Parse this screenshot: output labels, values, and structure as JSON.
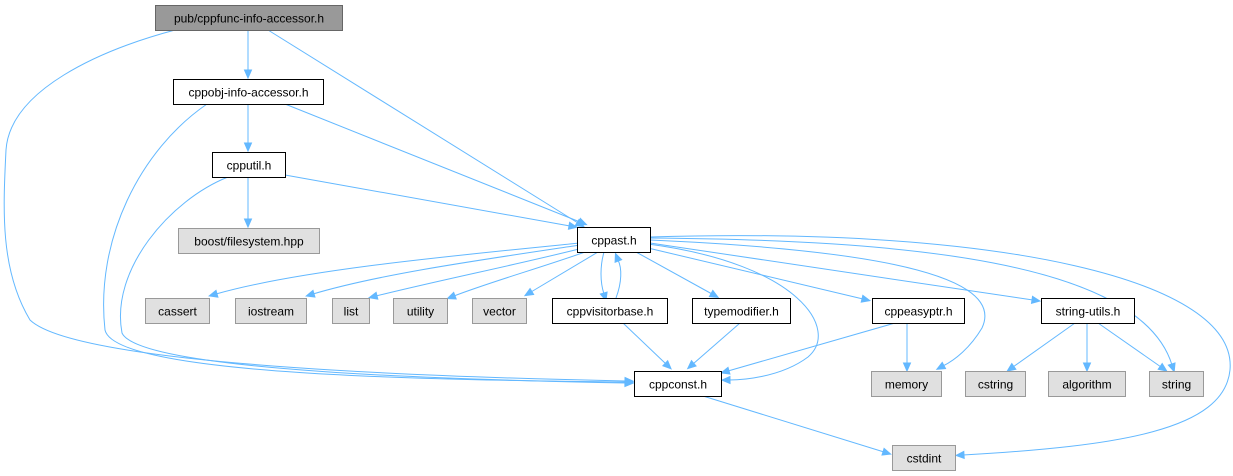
{
  "colors": {
    "edge": "#63b8ff",
    "root_fill": "#999999",
    "root_border": "#666666",
    "internal_fill": "#ffffff",
    "internal_border": "#000000",
    "system_fill": "#e0e0e0",
    "system_border": "#999999"
  },
  "nodes": [
    {
      "id": "root",
      "label": "pub/cppfunc-info-accessor.h",
      "kind": "root"
    },
    {
      "id": "cppobj",
      "label": "cppobj-info-accessor.h",
      "kind": "internal"
    },
    {
      "id": "cpputil",
      "label": "cpputil.h",
      "kind": "internal"
    },
    {
      "id": "boostfs",
      "label": "boost/filesystem.hpp",
      "kind": "system"
    },
    {
      "id": "cppast",
      "label": "cppast.h",
      "kind": "internal"
    },
    {
      "id": "cassert",
      "label": "cassert",
      "kind": "system"
    },
    {
      "id": "iostream",
      "label": "iostream",
      "kind": "system"
    },
    {
      "id": "list",
      "label": "list",
      "kind": "system"
    },
    {
      "id": "utility",
      "label": "utility",
      "kind": "system"
    },
    {
      "id": "vector",
      "label": "vector",
      "kind": "system"
    },
    {
      "id": "cppvisitorbase",
      "label": "cppvisitorbase.h",
      "kind": "internal"
    },
    {
      "id": "typemodifier",
      "label": "typemodifier.h",
      "kind": "internal"
    },
    {
      "id": "cppeasyptr",
      "label": "cppeasyptr.h",
      "kind": "internal"
    },
    {
      "id": "stringutils",
      "label": "string-utils.h",
      "kind": "internal"
    },
    {
      "id": "cppconst",
      "label": "cppconst.h",
      "kind": "internal"
    },
    {
      "id": "memory",
      "label": "memory",
      "kind": "system"
    },
    {
      "id": "cstring",
      "label": "cstring",
      "kind": "system"
    },
    {
      "id": "algorithm",
      "label": "algorithm",
      "kind": "system"
    },
    {
      "id": "string",
      "label": "string",
      "kind": "system"
    },
    {
      "id": "cstdint",
      "label": "cstdint",
      "kind": "system"
    }
  ],
  "edges": [
    {
      "from": "root",
      "to": "cppobj"
    },
    {
      "from": "root",
      "to": "cppast"
    },
    {
      "from": "root",
      "to": "cppconst"
    },
    {
      "from": "cppobj",
      "to": "cpputil"
    },
    {
      "from": "cppobj",
      "to": "cppast"
    },
    {
      "from": "cppobj",
      "to": "cppconst"
    },
    {
      "from": "cpputil",
      "to": "boostfs"
    },
    {
      "from": "cpputil",
      "to": "cppast"
    },
    {
      "from": "cpputil",
      "to": "cppconst"
    },
    {
      "from": "cppast",
      "to": "cassert"
    },
    {
      "from": "cppast",
      "to": "iostream"
    },
    {
      "from": "cppast",
      "to": "list"
    },
    {
      "from": "cppast",
      "to": "utility"
    },
    {
      "from": "cppast",
      "to": "vector"
    },
    {
      "from": "cppast",
      "to": "cppvisitorbase"
    },
    {
      "from": "cppast",
      "to": "typemodifier"
    },
    {
      "from": "cppast",
      "to": "cppeasyptr"
    },
    {
      "from": "cppast",
      "to": "stringutils"
    },
    {
      "from": "cppast",
      "to": "cppconst"
    },
    {
      "from": "cppast",
      "to": "memory"
    },
    {
      "from": "cppast",
      "to": "string"
    },
    {
      "from": "cppast",
      "to": "cstdint"
    },
    {
      "from": "cppvisitorbase",
      "to": "cppast"
    },
    {
      "from": "cppvisitorbase",
      "to": "cppconst"
    },
    {
      "from": "typemodifier",
      "to": "cppconst"
    },
    {
      "from": "cppeasyptr",
      "to": "cppconst"
    },
    {
      "from": "cppeasyptr",
      "to": "memory"
    },
    {
      "from": "stringutils",
      "to": "cstring"
    },
    {
      "from": "stringutils",
      "to": "algorithm"
    },
    {
      "from": "stringutils",
      "to": "string"
    },
    {
      "from": "cppconst",
      "to": "cstdint"
    }
  ]
}
